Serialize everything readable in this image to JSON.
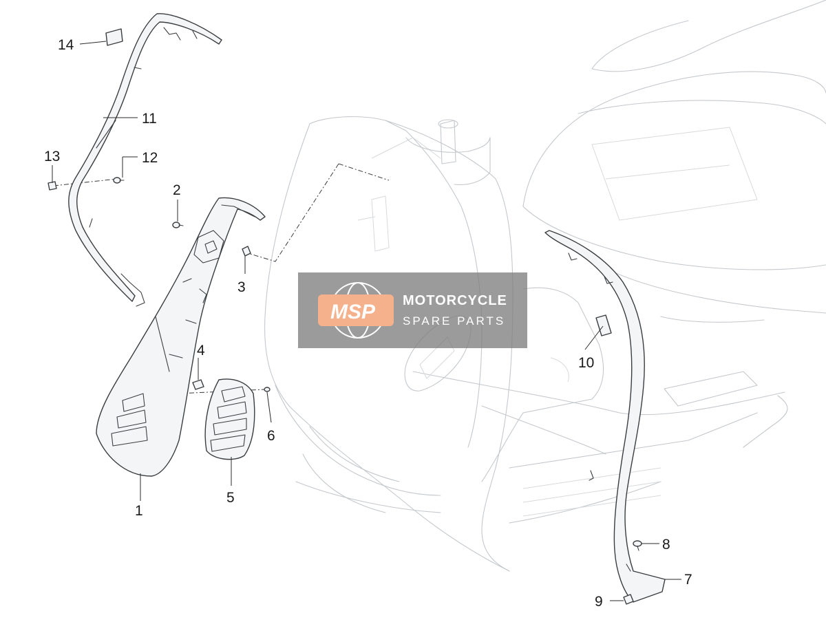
{
  "watermark": {
    "logo": "MSP",
    "line1": "MOTORCYCLE",
    "line2": "SPARE PARTS",
    "band_color": "#7f7f7f",
    "logo_color": "#f39a6c"
  },
  "callouts": [
    {
      "id": "1",
      "label": "1"
    },
    {
      "id": "2",
      "label": "2"
    },
    {
      "id": "3",
      "label": "3"
    },
    {
      "id": "4",
      "label": "4"
    },
    {
      "id": "5",
      "label": "5"
    },
    {
      "id": "6",
      "label": "6"
    },
    {
      "id": "7",
      "label": "7"
    },
    {
      "id": "8",
      "label": "8"
    },
    {
      "id": "9",
      "label": "9"
    },
    {
      "id": "10",
      "label": "10"
    },
    {
      "id": "11",
      "label": "11"
    },
    {
      "id": "12",
      "label": "12"
    },
    {
      "id": "13",
      "label": "13"
    },
    {
      "id": "14",
      "label": "14"
    }
  ]
}
